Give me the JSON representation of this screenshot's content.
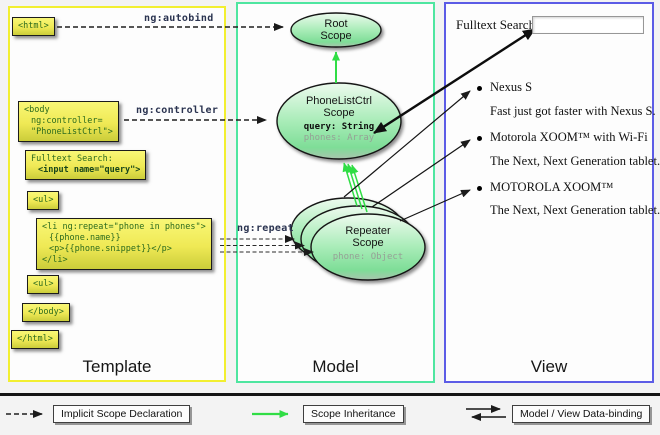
{
  "panels": {
    "template": "Template",
    "model": "Model",
    "view": "View"
  },
  "annotations": {
    "autobind": "ng:autobind",
    "controller": "ng:controller",
    "repeat": "ng:repeat"
  },
  "code": {
    "html_open": "<html>",
    "body_open": [
      "<body",
      "ng:controller=",
      "\"PhoneListCtrl\">"
    ],
    "fulltext": [
      "Fulltext Search:",
      "<input name=\"query\">"
    ],
    "ul_open": "<ul>",
    "li_repeat": [
      "<li ng:repeat=\"phone in phones\">",
      "{{phone.name}}",
      "<p>{{phone.snippet}}</p>",
      "</li>"
    ],
    "ul_close": "<ul>",
    "body_close": "</body>",
    "html_close": "</html>"
  },
  "scopes": {
    "root": {
      "name": "Root",
      "type": "Scope"
    },
    "phonelist": {
      "name": "PhoneListCtrl",
      "type": "Scope",
      "prop_query": "query: String",
      "prop_phones": "phones: Array"
    },
    "repeater": {
      "name": "Repeater",
      "type": "Scope",
      "prop_phone": "phone: Object"
    }
  },
  "view": {
    "search_label": "Fulltext Search:",
    "search_value": "",
    "items": [
      {
        "title": "Nexus S",
        "desc": "Fast just got faster with Nexus S."
      },
      {
        "title": "Motorola XOOM™  with Wi-Fi",
        "desc": "The Next, Next Generation tablet."
      },
      {
        "title": "MOTOROLA XOOM™",
        "desc": "The Next, Next Generation tablet."
      }
    ]
  },
  "legend": {
    "implicit": "Implicit Scope Declaration",
    "inheritance": "Scope Inheritance",
    "binding": "Model / View Data-binding"
  },
  "colors": {
    "template_border": "#f2ef30",
    "model_border": "#4ee6a0",
    "view_border": "#5c5ce6",
    "inheritance_green": "#30dd45",
    "code_box_yellow": "#efe955"
  }
}
